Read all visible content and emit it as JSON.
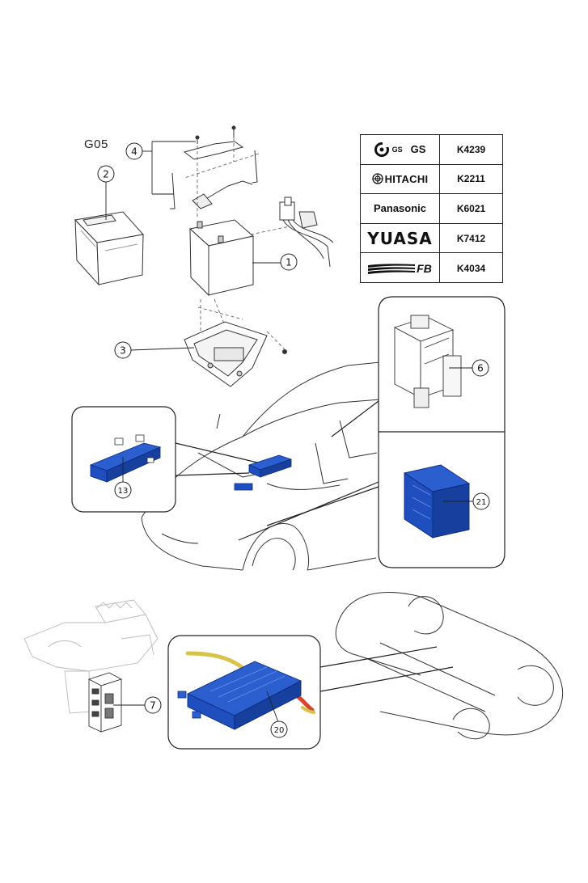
{
  "page_label": "G05",
  "callouts": [
    "1",
    "2",
    "3",
    "4",
    "6",
    "7",
    "13",
    "20",
    "21"
  ],
  "battery_brands": [
    {
      "brand": "GS GS",
      "brand_small": "GS",
      "brand_main": "GS",
      "icon": "gs-logo-icon",
      "code": "K4239"
    },
    {
      "brand": "HITACHI",
      "icon": "hitachi-logo-icon",
      "code": "K2211"
    },
    {
      "brand": "Panasonic",
      "code": "K6021"
    },
    {
      "brand": "YUASA",
      "code": "K7412"
    },
    {
      "brand": "FB",
      "icon": "fb-stripe-logo-icon",
      "code": "K4034"
    }
  ],
  "colors": {
    "line": "#333333",
    "highlight_blue": "#1f4fbf",
    "highlight_dark": "#0c2a80",
    "cable_yellow": "#d8c24a",
    "cable_red": "#d6442d",
    "light_gray": "#b8b8b8"
  }
}
